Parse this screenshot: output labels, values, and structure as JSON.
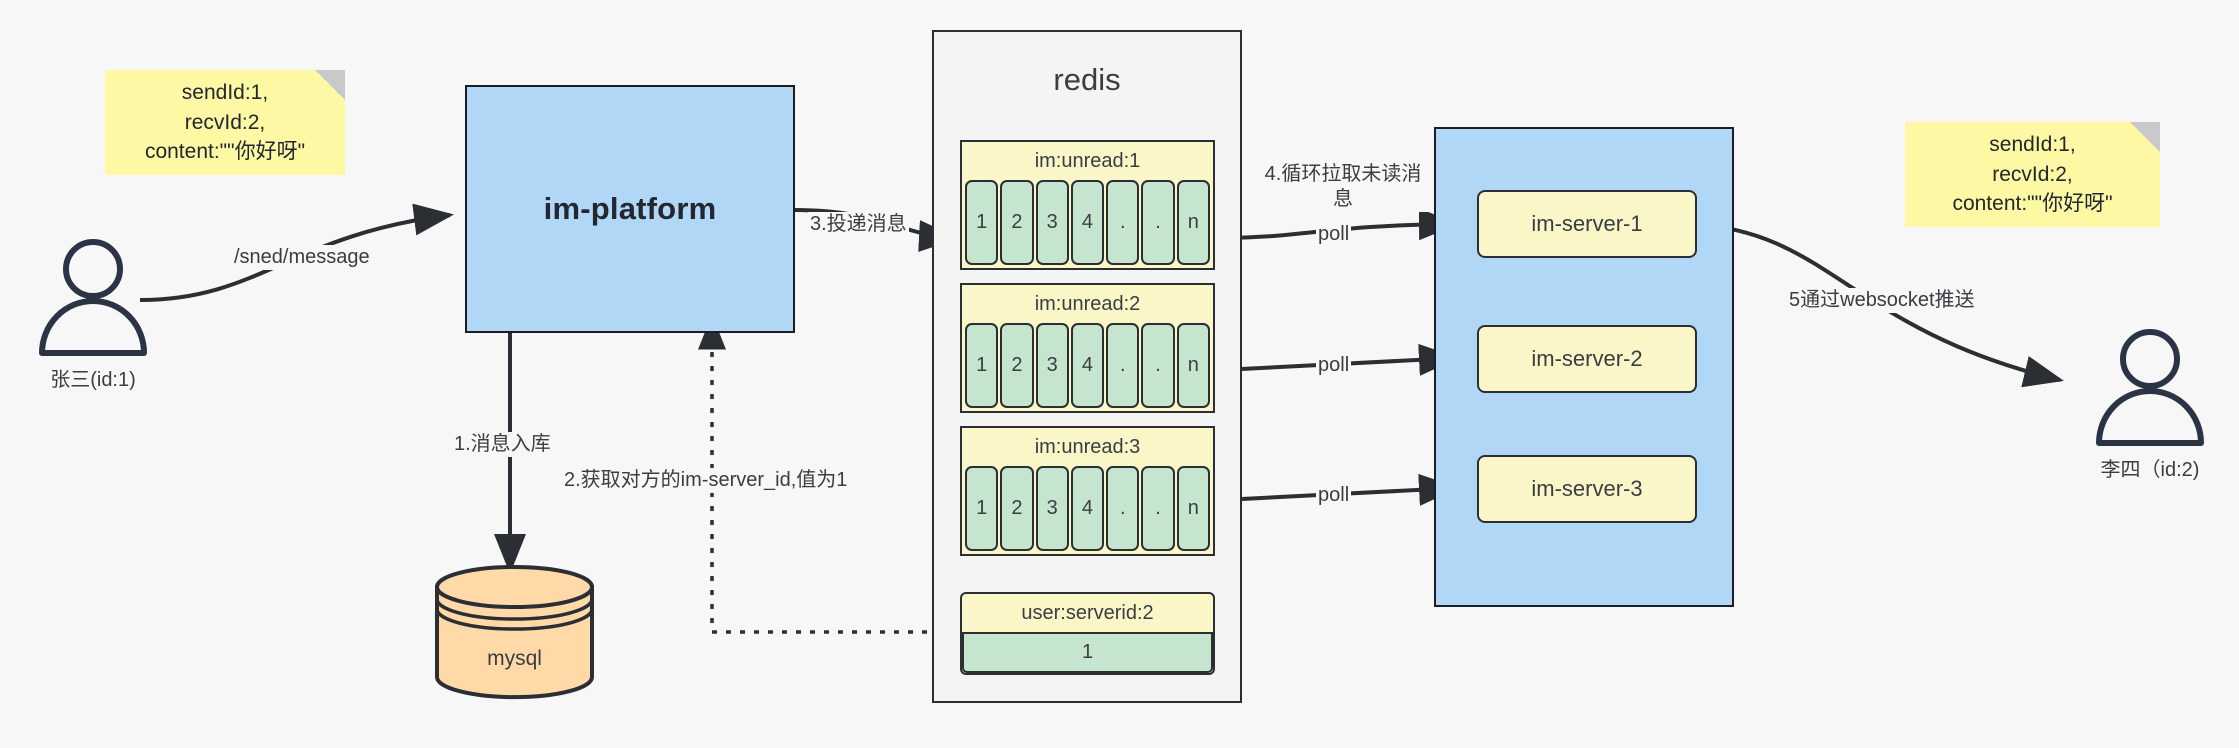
{
  "diagram": {
    "title_nodes": {
      "redis": "redis",
      "platform": "im-platform",
      "mysql": "mysql"
    },
    "actors": [
      {
        "name": "sender-actor",
        "caption": "张三(id:1)"
      },
      {
        "name": "receiver-actor",
        "caption": "李四（id:2)"
      }
    ],
    "sticky_notes": [
      {
        "name": "sender-message-note",
        "text": "sendId:1,\nrecvId:2,\ncontent:\"\"你好呀\""
      },
      {
        "name": "receiver-message-note",
        "text": "sendId:1,\nrecvId:2,\ncontent:\"\"你好呀\""
      }
    ],
    "redis_keys": [
      {
        "key": "im:unread:1",
        "cells": [
          "1",
          "2",
          "3",
          "4",
          ".",
          ".",
          "n"
        ]
      },
      {
        "key": "im:unread:2",
        "cells": [
          "1",
          "2",
          "3",
          "4",
          ".",
          ".",
          "n"
        ]
      },
      {
        "key": "im:unread:3",
        "cells": [
          "1",
          "2",
          "3",
          "4",
          ".",
          ".",
          "n"
        ]
      }
    ],
    "redis_kv": {
      "key": "user:serverid:2",
      "value": "1"
    },
    "servers": [
      "im-server-1",
      "im-server-2",
      "im-server-3"
    ],
    "edge_labels": {
      "send_message": "/sned/message",
      "step1": "1.消息入库",
      "step2": "2.获取对方的im-server_id,值为1",
      "step3": "3.投递消息",
      "step4": "4.循环拉取未读消息",
      "poll1": "poll",
      "poll2": "poll",
      "poll3": "poll",
      "step5": "5通过websocket推送"
    },
    "colors": {
      "background": "#f7f7f7",
      "sticky": "#fcf8a4",
      "blue": "#b1d7f6",
      "yellow": "#fbf6c8",
      "green": "#c6e5ce",
      "mysql": "#ffd9a8",
      "stroke": "#2b2e33"
    }
  }
}
